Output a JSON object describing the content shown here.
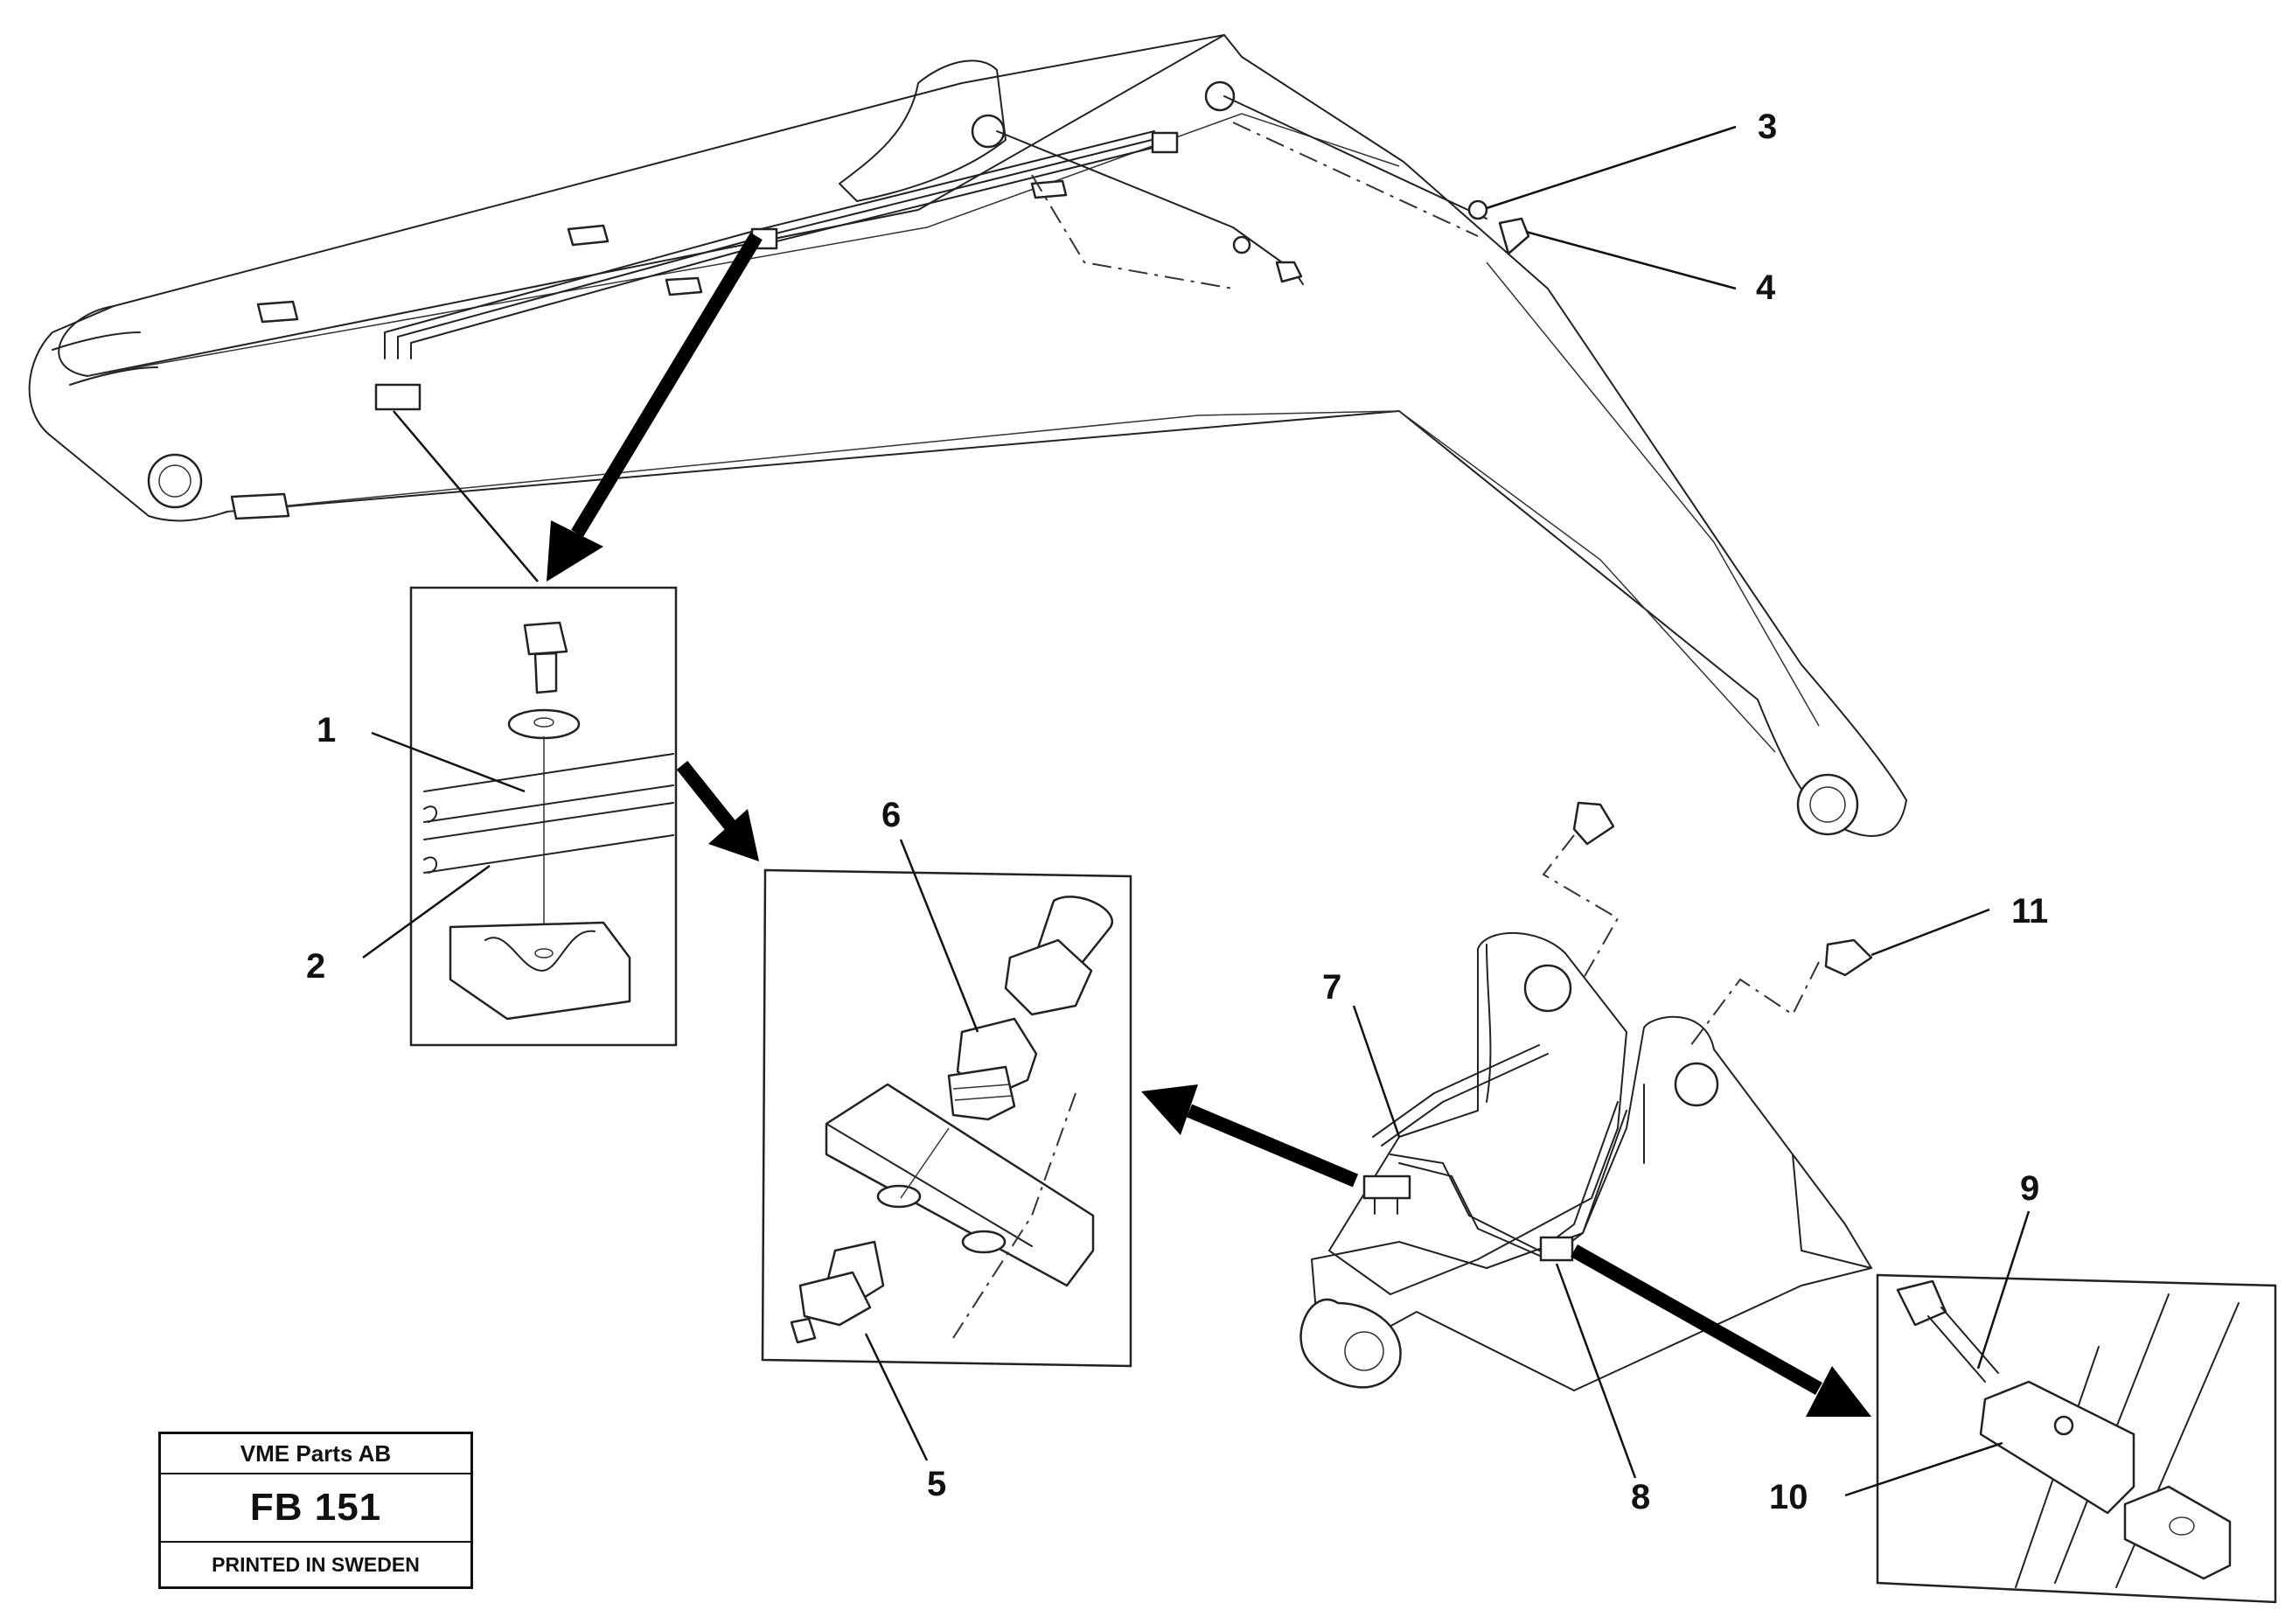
{
  "callouts": [
    {
      "id": "1",
      "label": "1"
    },
    {
      "id": "2",
      "label": "2"
    },
    {
      "id": "3",
      "label": "3"
    },
    {
      "id": "4",
      "label": "4"
    },
    {
      "id": "5",
      "label": "5"
    },
    {
      "id": "6",
      "label": "6"
    },
    {
      "id": "7",
      "label": "7"
    },
    {
      "id": "8",
      "label": "8"
    },
    {
      "id": "9",
      "label": "9"
    },
    {
      "id": "10",
      "label": "10"
    },
    {
      "id": "11",
      "label": "11"
    }
  ],
  "title_block": {
    "company": "VME Parts AB",
    "figure_code": "FB 151",
    "printed": "PRINTED IN SWEDEN"
  }
}
